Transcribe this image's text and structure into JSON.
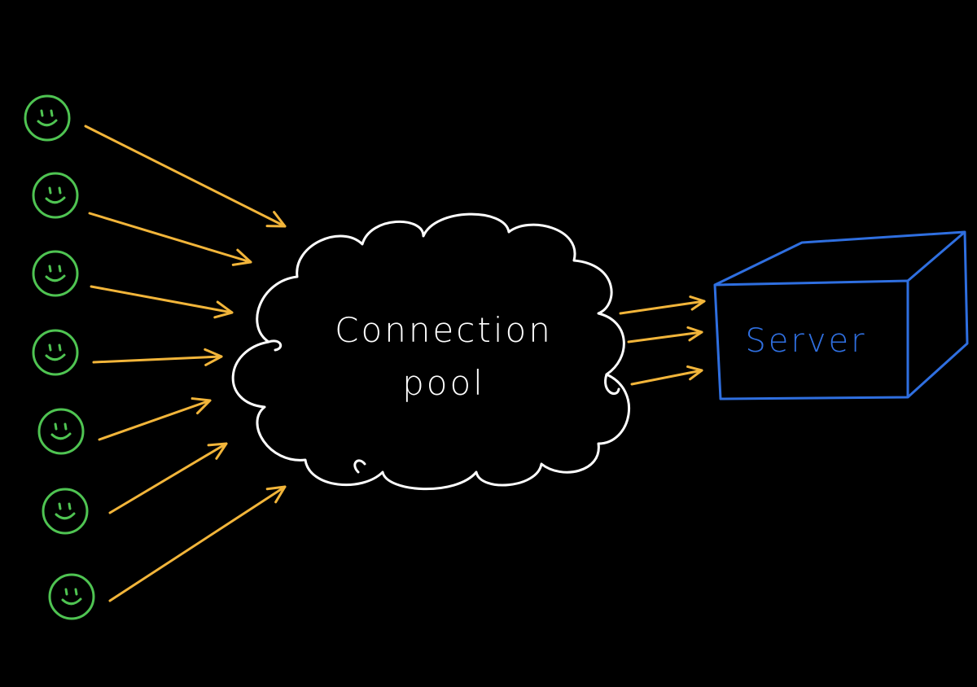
{
  "diagram": {
    "background": "#000000",
    "clients": {
      "count": 7,
      "icon": "smiley-face-icon",
      "color": "#4fc452"
    },
    "arrows": {
      "color": "#f2b53a",
      "incoming_count": 7,
      "outgoing_count": 3
    },
    "pool": {
      "shape": "cloud",
      "color": "#ffffff",
      "label_line1": "Connection",
      "label_line2": "pool"
    },
    "server": {
      "shape": "box",
      "color": "#2f6fe0",
      "label": "Server"
    }
  }
}
